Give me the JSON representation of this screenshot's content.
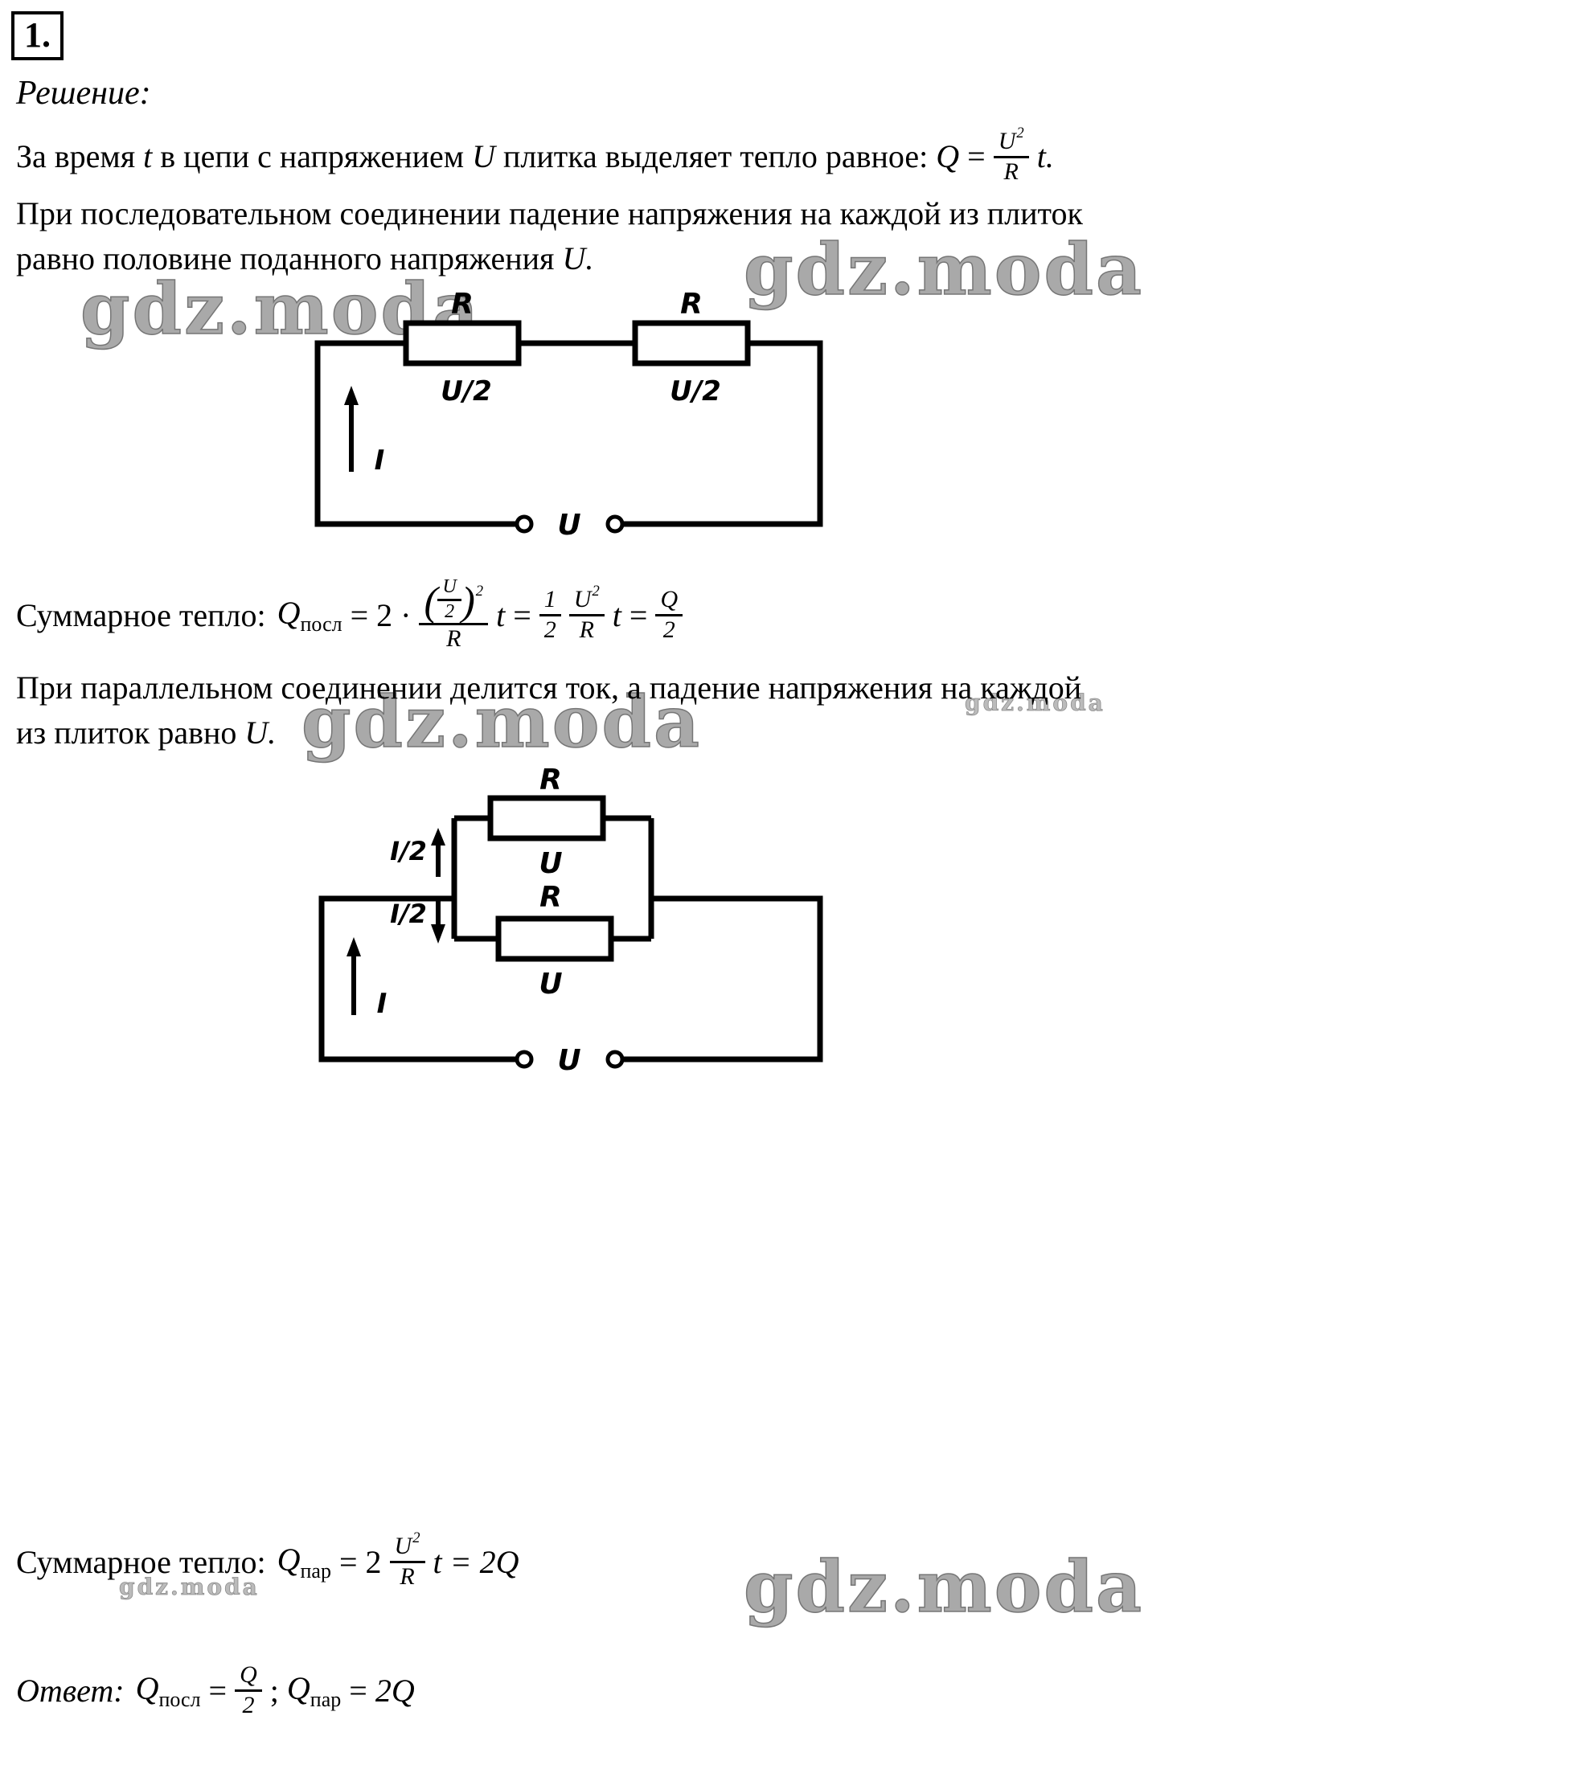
{
  "page": {
    "number": "1.",
    "solution_label": "Решение:"
  },
  "para1": {
    "t1": "За время",
    "v1": "t",
    "t2": "в цепи с напряжением",
    "v2": "U",
    "t3": "плитка выделяет тепло равное:",
    "formula": {
      "lhs": "Q",
      "eq": "=",
      "num": "U",
      "num_sup": "2",
      "den": "R",
      "tail": "t."
    }
  },
  "para2": {
    "line1": "При последовательном соединении падение напряжения на каждой из плиток",
    "line2": "равно половине поданного напряжения",
    "v": "U."
  },
  "heat_series": {
    "label": "Суммарное тепло:",
    "q": "Q",
    "sub": "посл",
    "eq1": "=",
    "coef": "2 ·",
    "po": "(",
    "pc": ")",
    "inner_num": "U",
    "inner_den": "2",
    "exp": "2",
    "den1": "R",
    "t1": "t",
    "eq2": "=",
    "half_num": "1",
    "half_den": "2",
    "u2_num": "U",
    "u2_sup": "2",
    "u2_den": "R",
    "t2": "t",
    "eq3": "=",
    "q_num": "Q",
    "q_den": "2"
  },
  "para3": {
    "line1": "При параллельном соединении делится ток, а падение напряжения на каждой",
    "line2": "из плиток равно",
    "v": "U."
  },
  "heat_parallel": {
    "label": "Суммарное тепло:",
    "q": "Q",
    "sub": "пар",
    "eq": "=",
    "coef": "2",
    "num": "U",
    "sup": "2",
    "den": "R",
    "t": "t",
    "result": "= 2Q"
  },
  "answer": {
    "label": "Ответ:",
    "q1": "Q",
    "sub1": "посл",
    "eq1": "=",
    "num": "Q",
    "den": "2",
    "sep": ";",
    "q2": "Q",
    "sub2": "пар",
    "eq2": "=",
    "result": "2Q"
  },
  "circuit_series": {
    "r1": "R",
    "r2": "R",
    "u1": "U/2",
    "u2": "U/2",
    "i": "I",
    "u": "U"
  },
  "circuit_parallel": {
    "r_top": "R",
    "u_top": "U",
    "r_bottom": "R",
    "u_bottom": "U",
    "i_half_top": "I/2",
    "i_half_bottom": "I/2",
    "i": "I",
    "u": "U"
  },
  "watermark": {
    "large": "gdz.moda",
    "small": "gdz.moda"
  }
}
